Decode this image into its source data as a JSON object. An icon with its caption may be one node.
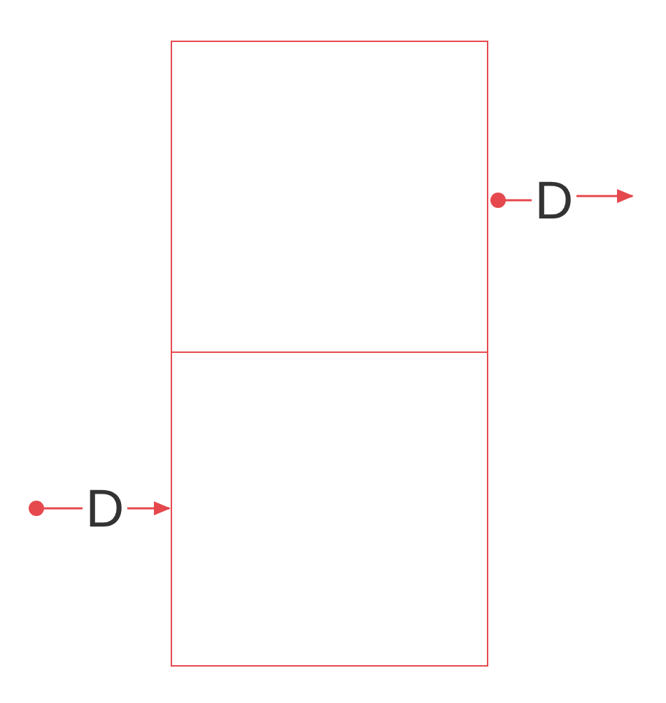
{
  "diagram": {
    "nodes": [
      {
        "text": [],
        "shape": "box"
      },
      {
        "text": [],
        "shape": "box"
      },
      {
        "text": [
          "D"
        ]
      },
      {
        "text": [
          "D"
        ]
      }
    ],
    "edges": [
      {
        "from": null,
        "to": 2,
        "arrow": "other"
      },
      {
        "from": 2,
        "to": 1,
        "arrow": "to"
      },
      {
        "from": 0,
        "to": 3,
        "arrow": "other"
      },
      {
        "from": 3,
        "to": null,
        "arrow": "to"
      }
    ]
  }
}
